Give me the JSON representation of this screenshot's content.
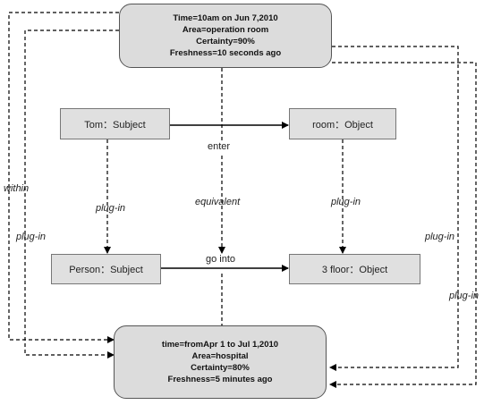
{
  "top_context": {
    "lines": [
      "Time=10am on Jun 7,2010",
      "Area=operation room",
      "Certainty=90%",
      "Freshness=10 seconds ago"
    ]
  },
  "bottom_context": {
    "lines": [
      "time=fromApr 1 to Jul 1,2010",
      "Area=hospital",
      "Certainty=80%",
      "Freshness=5 minutes ago"
    ]
  },
  "nodes": {
    "tom": "Tom：Subject",
    "room": "room：Object",
    "person": "Person：Subject",
    "floor": "3 floor：Object"
  },
  "edge_labels": {
    "enter": "enter",
    "go_into": "go into",
    "equivalent": "equivalent",
    "plug_in_left": "plug-in",
    "plug_in_right": "plug-in",
    "within": "within",
    "plug_in_outer_left": "plug-in",
    "plug_in_outer_right_1": "plug-in",
    "plug_in_outer_right_2": "plug-in"
  }
}
